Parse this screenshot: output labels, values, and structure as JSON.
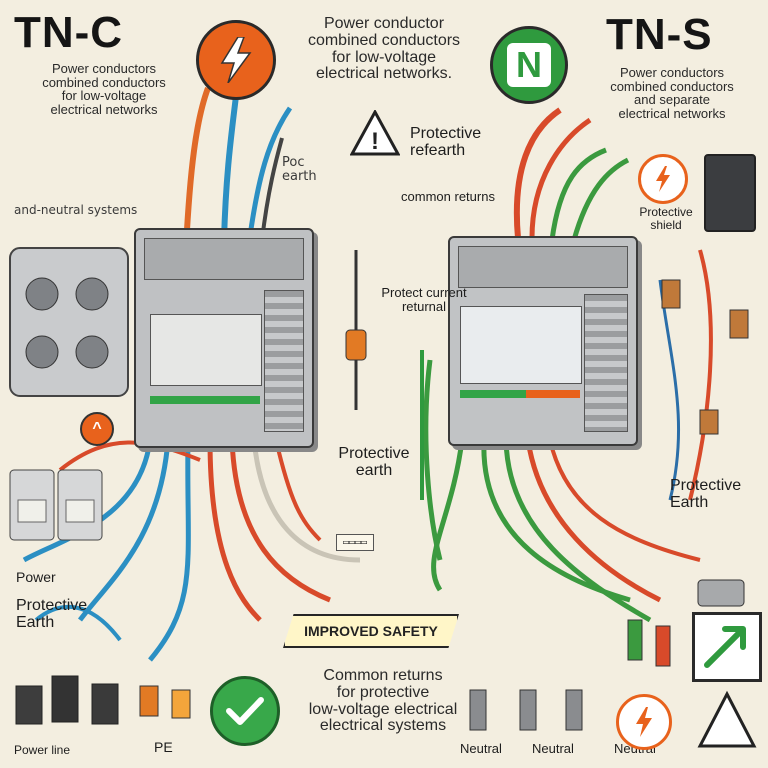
{
  "tn_c": {
    "title": "TN-C",
    "caption_lines": [
      "Power conductors",
      "combined conductors",
      "for low-voltage",
      "electrical networks"
    ],
    "labels": {
      "power": "Power",
      "protective_earth": "Protective Earth",
      "power_line": "Power line",
      "pe": "PE"
    },
    "side_notes": [
      "Poc earth",
      "and-neutral systems"
    ]
  },
  "center": {
    "top_caption": [
      "Power conductor",
      "combined conductors",
      "for low-voltage",
      "electrical networks."
    ],
    "protective_refearth": "Protective refearth",
    "common_returns": "common returns",
    "protect_current": "Protect current returnal",
    "protective_earth": "Protective earth",
    "improved_safety": "IMPROVED SAFETY",
    "bottom_caption": [
      "Common returns",
      "for protective",
      "low-voltage electrical",
      "electrical systems"
    ]
  },
  "tn_s": {
    "title": "TN-S",
    "caption_lines": [
      "Power conductors",
      "combined conductors",
      "and separate",
      "electrical networks"
    ],
    "labels": {
      "protective_shield": "Protective shield",
      "protective_earth": "Protective Earth",
      "neutral_1": "Neutral",
      "neutral_2": "Neutral",
      "neutral_3": "Neutral"
    }
  },
  "icons": {
    "bolt_orange": "lightning-bolt-icon",
    "n_green": "neutral-n-icon",
    "warning": "warning-triangle-icon",
    "check": "checkmark-icon",
    "trend": "up-arrow-icon",
    "triangle_outline": "triangle-outline-icon"
  },
  "colors": {
    "accent_orange": "#e8621c",
    "neutral_green": "#2f9a3e",
    "wire_blue": "#2b8fc3",
    "wire_red": "#d84a2a",
    "wire_green": "#3b9a3f",
    "breaker_gray": "#a7a9ab"
  }
}
